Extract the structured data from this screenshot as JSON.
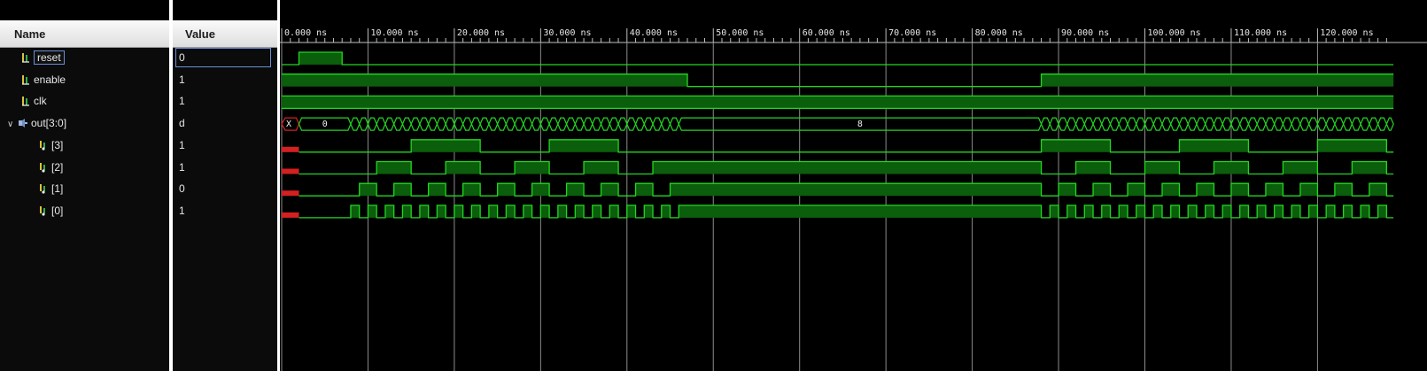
{
  "columns": {
    "name": "Name",
    "value": "Value"
  },
  "signals": [
    {
      "id": "reset",
      "name": "reset",
      "value": "0",
      "icon": "logic-signal-icon",
      "selected": true
    },
    {
      "id": "enable",
      "name": "enable",
      "value": "1",
      "icon": "logic-signal-icon"
    },
    {
      "id": "clk",
      "name": "clk",
      "value": "1",
      "icon": "logic-signal-icon"
    },
    {
      "id": "out",
      "name": "out[3:0]",
      "value": "d",
      "icon": "bus-signal-icon",
      "expandable": true,
      "expanded": true
    },
    {
      "id": "out3",
      "name": "[3]",
      "value": "1",
      "icon": "bit-signal-icon",
      "child": true
    },
    {
      "id": "out2",
      "name": "[2]",
      "value": "1",
      "icon": "bit-signal-icon",
      "child": true
    },
    {
      "id": "out1",
      "name": "[1]",
      "value": "0",
      "icon": "bit-signal-icon",
      "child": true
    },
    {
      "id": "out0",
      "name": "[0]",
      "value": "1",
      "icon": "bit-signal-icon",
      "child": true
    }
  ],
  "timeline": {
    "labels": [
      "0.000 ns",
      "10.000 ns",
      "20.000 ns",
      "30.000 ns",
      "40.000 ns",
      "50.000 ns",
      "60.000 ns",
      "70.000 ns",
      "80.000 ns",
      "90.000 ns",
      "100.000 ns",
      "110.000 ns",
      "120.000 ns"
    ],
    "start_ns": 0,
    "end_ns": 128.8,
    "major_step_ns": 10,
    "minor_divisions": 10
  },
  "waveform": {
    "clock_period_ns": 1,
    "reset_high": [
      2,
      7
    ],
    "enable_low": [
      47,
      88
    ],
    "out_bus_labels": [
      "X",
      "0",
      "8"
    ],
    "colors": {
      "wave": "#22d622",
      "fill": "#0b5e0b",
      "undefined": "#d32020",
      "grid": "#bfbfbf",
      "background": "#000000"
    }
  }
}
